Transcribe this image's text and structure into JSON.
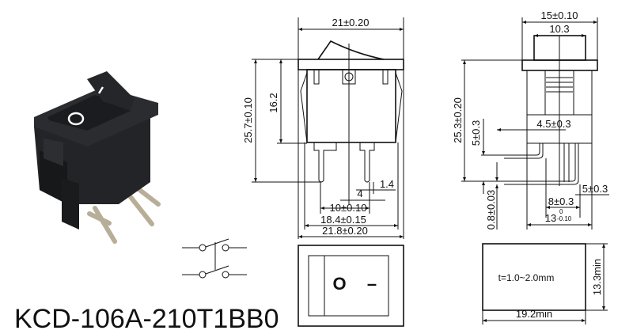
{
  "title": "KCD-106A-210T1BB0",
  "colors": {
    "line": "#111111",
    "switch_body": "#1c1d20",
    "pins": "#c9c2b0"
  },
  "photo": {
    "marks": {
      "off": "O",
      "on": "I"
    }
  },
  "front_view": {
    "width_top": "21±0.20",
    "height_total": "25.7±0.10",
    "height_body": "16.2",
    "pin_width": "1.4",
    "pin_offset": "4",
    "pin_pitch": "10±0.10",
    "clip_width": "18.4±0.15",
    "body_width": "21.8±0.20"
  },
  "side_view": {
    "width_top": "15±0.10",
    "rocker_width": "10.3",
    "height_total": "25.3±0.20",
    "pin_bend_height": "5±0.3",
    "pin_spacing_inner": "4.5±0.3",
    "pin_thickness": "0.8±0.03",
    "pin_offset": "5±0.3",
    "pin_span": "8±0.3",
    "body_depth": "13",
    "body_depth_tol_upper": "0",
    "body_depth_tol_lower": "-0.10"
  },
  "top_view": {
    "off_symbol": "O",
    "on_symbol": "–"
  },
  "panel_cutout": {
    "thickness": "t=1.0~2.0mm",
    "min_height": "13.3min",
    "min_width": "19.2min"
  }
}
